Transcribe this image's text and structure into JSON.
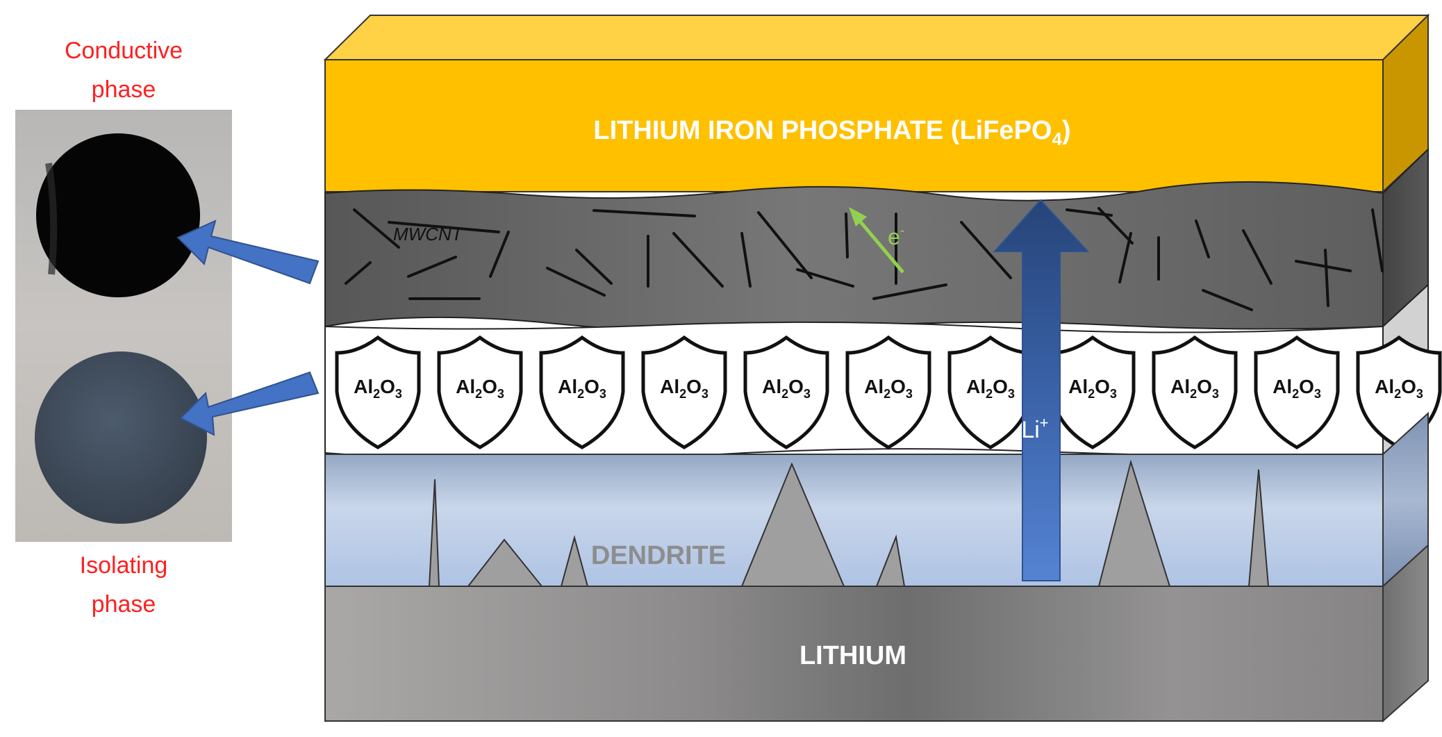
{
  "photo": {
    "label_top_line1": "Conductive",
    "label_top_line2": "phase",
    "label_bottom_line1": "Isolating",
    "label_bottom_line2": "phase"
  },
  "layers": {
    "cathode": "LITHIUM IRON PHOSPHATE (LiFePO",
    "cathode_sub": "4",
    "cathode_close": ")",
    "mwcnt": "MWCNT",
    "electron": "e",
    "electron_sup": "-",
    "alumina_base": "Al",
    "alumina_sub1": "2",
    "alumina_mid": "O",
    "alumina_sub2": "3",
    "ion": "Li",
    "ion_sup": "+",
    "dendrite": "DENDRITE",
    "anode": "LITHIUM"
  },
  "colors": {
    "cathode": "#ffc000",
    "label_red": "#ff1f1f",
    "arrow_blue": "#4472c4",
    "electron_green": "#92d050"
  }
}
